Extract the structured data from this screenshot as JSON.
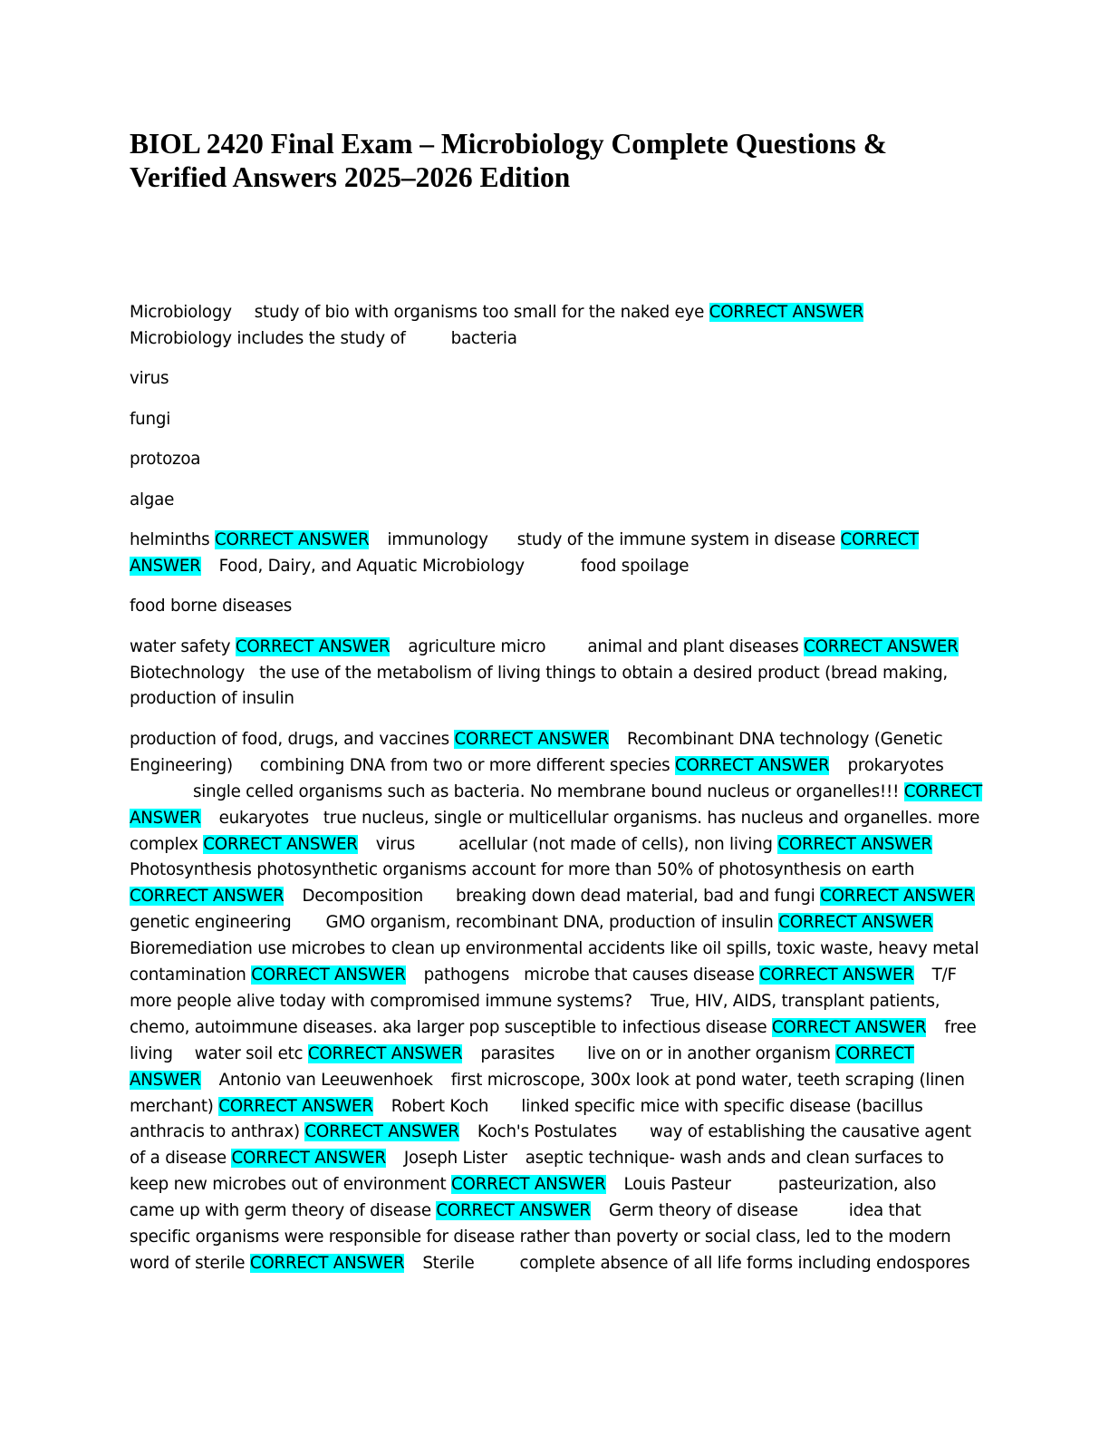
{
  "title": {
    "line1": "BIOL 2420 Final Exam – Microbiology Complete Questions &",
    "line2": "Verified Answers 2025–2026 Edition"
  },
  "highlight_label": "CORRECT ANSWER",
  "highlight_label_part1": "CORRECT",
  "highlight_label_part2": "ANSWER",
  "t": {
    "p1_a": "Microbiology",
    "p1_b": "study of bio with organisms too small for the naked eye",
    "p1_c": "Microbiology includes the study of",
    "p1_d": "bacteria",
    "virus": "virus",
    "fungi": "fungi",
    "protozoa": "protozoa",
    "algae": "algae",
    "p6_a": "helminths",
    "p6_b": "immunology",
    "p6_c": "study of the immune system in disease",
    "p6_d": "Food, Dairy, and Aquatic Microbiology",
    "p6_e": "food spoilage",
    "p7": "food borne diseases",
    "p8_a": "water safety",
    "p8_b": "agriculture micro",
    "p8_c": "animal and plant diseases",
    "p8_d": "Biotechnology",
    "p8_e": "the use of the metabolism of living things to obtain a desired product (bread making,",
    "p8_f": "production of insulin",
    "p9_01a": "production of food, drugs, and vaccines",
    "p9_01b": "Recombinant DNA technology (Genetic",
    "p9_02a": "Engineering)",
    "p9_02b": "combining DNA from two or more different species",
    "p9_02c": "prokaryotes",
    "p9_03a": "single celled organisms such as bacteria. No membrane bound nucleus or organelles!!!",
    "p9_04a": "eukaryotes",
    "p9_04b": "true nucleus, single or multicellular organisms. has nucleus and organelles. more",
    "p9_05a": "complex",
    "p9_05b": "virus",
    "p9_05c": "acellular (not made of cells), non living",
    "p9_06a": "Photosynthesis",
    "p9_06b": "photosynthetic organisms account for more than 50% of photosynthesis on earth",
    "p9_07a": "Decomposition",
    "p9_07b": "breaking down dead material, bad and fungi",
    "p9_08a": "genetic engineering",
    "p9_08b": "GMO organism, recombinant DNA, production of insulin",
    "p9_09a": "Bioremediation use microbes to clean up environmental accidents like oil spills, toxic waste, heavy metal",
    "p9_10a": "contamination",
    "p9_10b": "pathogens",
    "p9_10c": "microbe that causes disease",
    "p9_10d": "T/F",
    "p9_11a": "more people alive today with compromised immune systems?",
    "p9_11b": "True, HIV, AIDS, transplant patients,",
    "p9_12a": "chemo, autoimmune diseases. aka larger pop susceptible to infectious disease",
    "p9_12b": "free",
    "p9_13a": "living",
    "p9_13b": "water soil etc",
    "p9_13c": "parasites",
    "p9_13d": "live on or in another organism",
    "p9_14a": "Antonio van Leeuwenhoek",
    "p9_14b": "first microscope, 300x look at pond water, teeth scraping (linen",
    "p9_15a": "merchant)",
    "p9_15b": "Robert Koch",
    "p9_15c": "linked specific mice with specific disease (bacillus",
    "p9_16a": "anthracis to anthrax)",
    "p9_16b": "Koch's Postulates",
    "p9_16c": "way of establishing the causative agent",
    "p9_17a": "of a disease",
    "p9_17b": "Joseph Lister",
    "p9_17c": "aseptic technique- wash ands and clean surfaces to",
    "p9_18a": "keep new microbes out of environment",
    "p9_18b": "Louis Pasteur",
    "p9_18c": "pasteurization, also",
    "p9_19a": "came up with germ theory of disease",
    "p9_19b": "Germ theory of disease",
    "p9_19c": "idea that",
    "p9_20a": "specific organisms were responsible for disease rather than poverty or social class, led to the modern",
    "p9_21a": "word of sterile",
    "p9_21b": "Sterile",
    "p9_21c": "complete absence of all life forms including endospores"
  }
}
